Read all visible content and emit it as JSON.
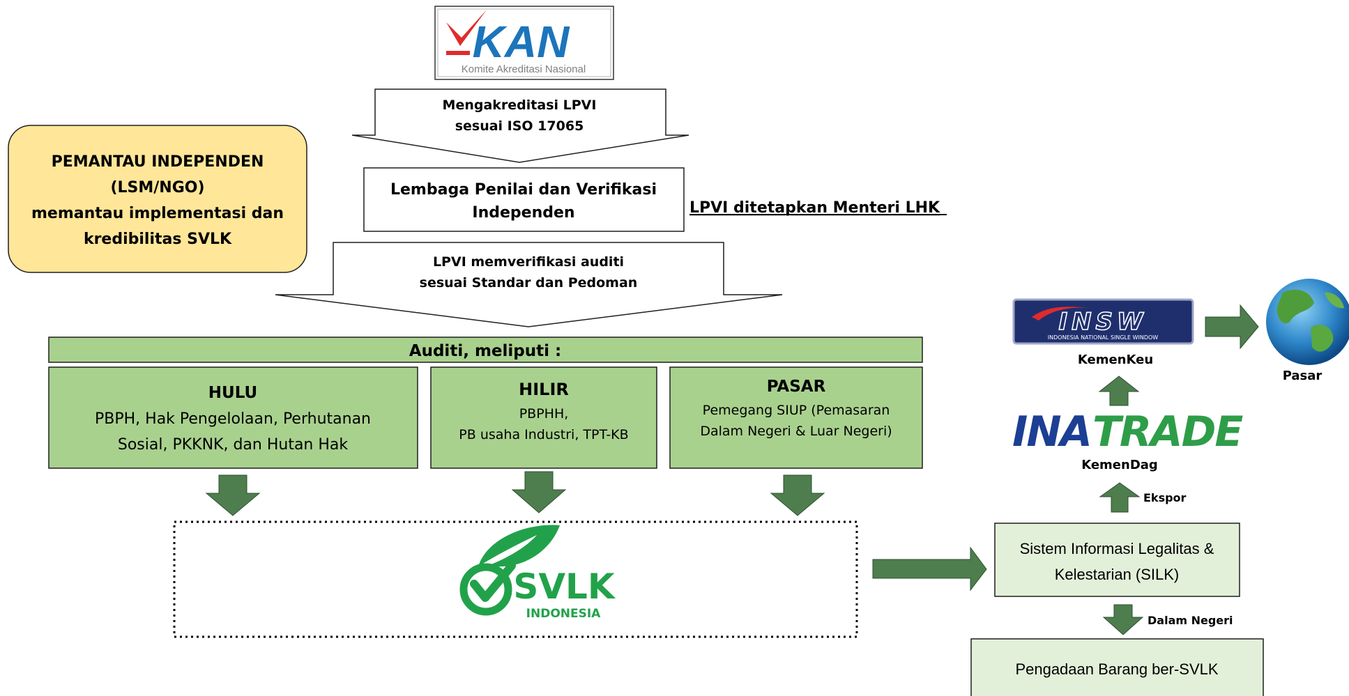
{
  "kan": {
    "logo_text": "KAN",
    "subtitle": "Komite Akreditasi Nasional"
  },
  "arrow1": {
    "line1": "Mengakreditasi LPVI",
    "line2": "sesuai ISO 17065"
  },
  "lpvi_box": {
    "line1": "Lembaga Penilai dan Verifikasi",
    "line2": "Independen"
  },
  "lpvi_link": "LPVI ditetapkan Menteri LHK",
  "monitor": {
    "line1": "PEMANTAU INDEPENDEN",
    "line2": "(LSM/NGO)",
    "line3": "memantau implementasi dan",
    "line4": "kredibilitas SVLK"
  },
  "arrow2": {
    "line1": "LPVI memverifikasi auditi",
    "line2": "sesuai Standar dan Pedoman"
  },
  "auditi": {
    "header": "Auditi, meliputi :",
    "hulu": {
      "title": "HULU",
      "line1": "PBPH, Hak Pengelolaan, Perhutanan",
      "line2": "Sosial, PKKNK, dan Hutan Hak"
    },
    "hilir": {
      "title": "HILIR",
      "line1": "PBPHH,",
      "line2": "PB usaha Industri, TPT-KB"
    },
    "pasar": {
      "title": "PASAR",
      "line1": "Pemegang SIUP (Pemasaran",
      "line2": "Dalam Negeri & Luar Negeri)"
    }
  },
  "svlk": {
    "name": "SVLK",
    "sub": "INDONESIA"
  },
  "silk": {
    "line1": "Sistem Informasi Legalitas &",
    "line2": "Kelestarian (SILK)"
  },
  "insw": {
    "logo_text": "INSW",
    "sub": "INDONESIA NATIONAL SINGLE WINDOW",
    "label": "KemenKeu"
  },
  "inatrade": {
    "logo_ina": "INA",
    "logo_trade": "TRADE",
    "label": "KemenDag"
  },
  "globe": {
    "label": "Pasar"
  },
  "ekspor_label": "Ekspor",
  "dalam_negeri_label": "Dalam Negeri",
  "pengadaan": "Pengadaan Barang ber-SVLK",
  "colors": {
    "box_green": "#a9d18e",
    "box_lightgreen": "#e2f0d9",
    "arrow_green": "#4e7d4e",
    "monitor_yellow": "#ffe699",
    "svlk_green": "#21a24a",
    "kan_blue": "#1b75bc",
    "kan_red": "#e02b2b",
    "insw_navy": "#1f2f6e",
    "inatrade_blue": "#1c3f94",
    "inatrade_green": "#2e9d48"
  }
}
